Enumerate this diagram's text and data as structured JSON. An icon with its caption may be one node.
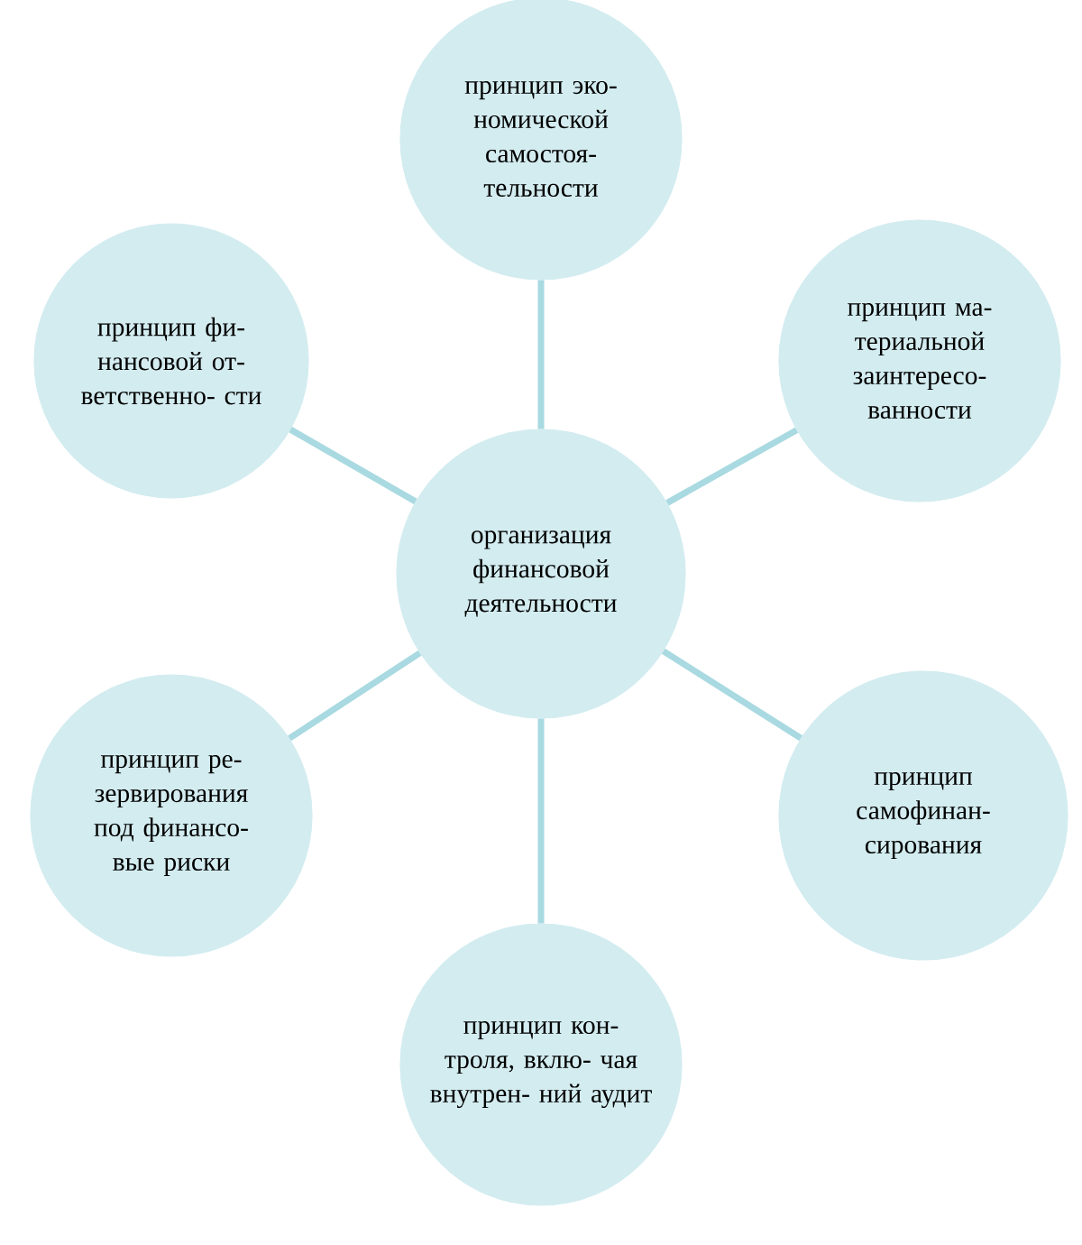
{
  "diagram": {
    "nodes": [
      {
        "text": [
          "принцип эко- номической самостоя- тельности"
        ]
      },
      {
        "text": [
          "принцип фи- нансовой от- ветственно- сти"
        ]
      },
      {
        "text": [
          "принцип ма- териальной заинтересо- ванности"
        ]
      },
      {
        "text": [
          "организация финансовой деятельности"
        ]
      },
      {
        "text": [
          "принцип ре- зервирования под финансо- вые риски"
        ]
      },
      {
        "text": [
          "принцип самофинан- сирования"
        ]
      },
      {
        "text": [
          "принцип кон- троля, вклю- чая внутрен- ний аудит"
        ]
      }
    ],
    "edges": [
      {
        "from": 3,
        "to": 0,
        "arrow": "none"
      },
      {
        "from": 3,
        "to": 1,
        "arrow": "none"
      },
      {
        "from": 3,
        "to": 2,
        "arrow": "none"
      },
      {
        "from": 3,
        "to": 4,
        "arrow": "none"
      },
      {
        "from": 3,
        "to": 5,
        "arrow": "none"
      },
      {
        "from": 3,
        "to": 6,
        "arrow": "none"
      }
    ]
  }
}
